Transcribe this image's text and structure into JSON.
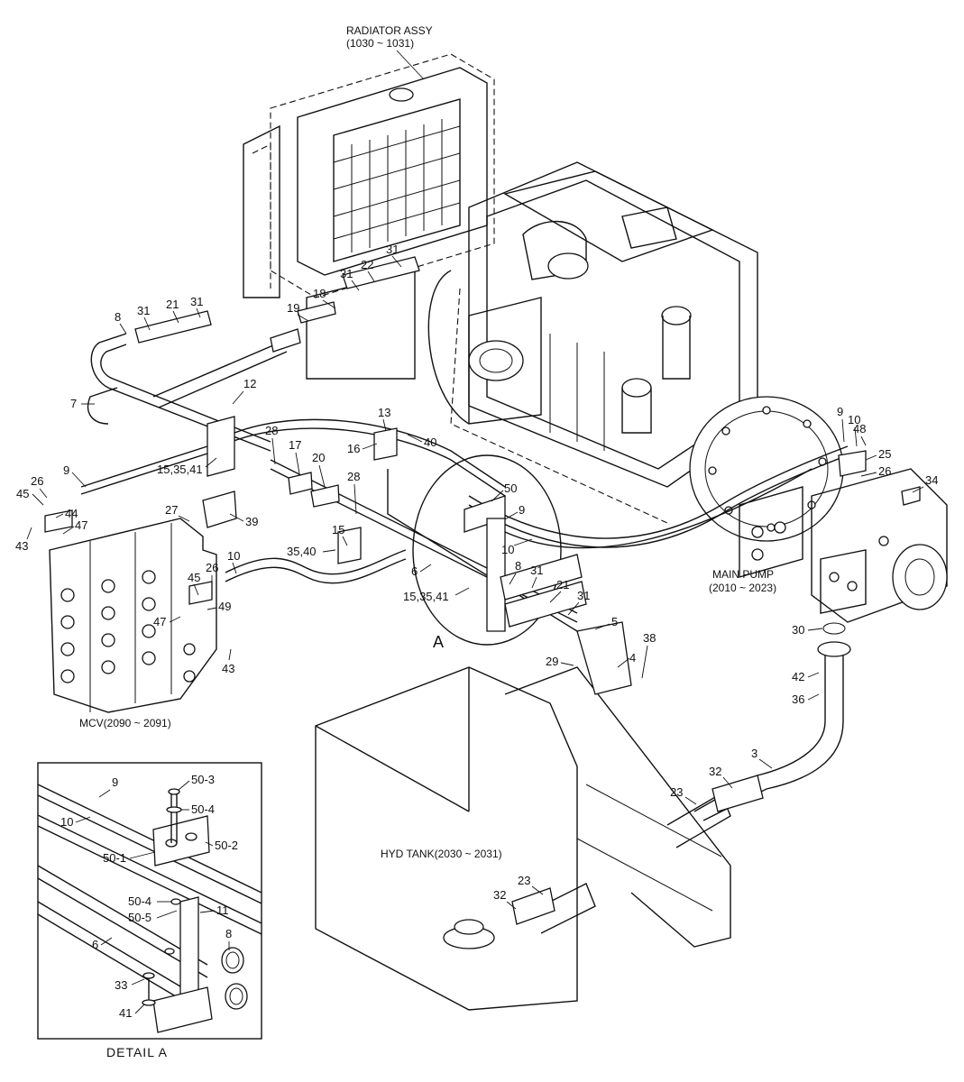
{
  "captions": {
    "radiator_title": "RADIATOR ASSY",
    "radiator_range": "(1030 ~ 1031)",
    "main_pump_title": "MAIN PUMP",
    "main_pump_range": "(2010 ~ 2023)",
    "mcv": "MCV(2090 ~ 2091)",
    "hyd_tank": "HYD TANK(2030 ~ 2031)",
    "detail_marker": "A",
    "detail_title": "DETAIL  A"
  },
  "callouts": {
    "c31a": "31",
    "c22": "22",
    "c31b": "31",
    "c18": "18",
    "c19": "19",
    "c8a": "8",
    "c31c": "31",
    "c21a": "21",
    "c31d": "31",
    "c7": "7",
    "c12": "12",
    "c13": "13",
    "c16": "16",
    "c40": "40",
    "c28a": "28",
    "c17": "17",
    "c20": "20",
    "c28b": "28",
    "c9a": "9",
    "c153541a": "15,35,41",
    "c26a": "26",
    "c45a": "45",
    "c44": "44",
    "c47a": "47",
    "c43a": "43",
    "c27": "27",
    "c39": "39",
    "c15": "15",
    "c3540": "35,40",
    "c50": "50",
    "c9b": "9",
    "c10a": "10",
    "c6": "6",
    "c8b": "8",
    "c31e": "31",
    "c21b": "21",
    "c31f": "31",
    "c153541b": "15,35,41",
    "c5": "5",
    "c38": "38",
    "c4": "4",
    "c29": "29",
    "c10b": "10",
    "c45b": "45",
    "c26b": "26",
    "c49": "49",
    "c47b": "47",
    "c43b": "43",
    "c9c": "9",
    "c10c": "10",
    "c48": "48",
    "c25": "25",
    "c26c": "26",
    "c34": "34",
    "c30": "30",
    "c42": "42",
    "c36": "36",
    "c3": "3",
    "c32a": "32",
    "c23a": "23",
    "c23b": "23",
    "c32b": "32"
  },
  "detail_callouts": {
    "d9": "9",
    "d10": "10",
    "d50_3": "50-3",
    "d50_4a": "50-4",
    "d50_1": "50-1",
    "d50_2": "50-2",
    "d50_4b": "50-4",
    "d50_5": "50-5",
    "d11": "11",
    "d6": "6",
    "d8": "8",
    "d33": "33",
    "d41": "41"
  }
}
